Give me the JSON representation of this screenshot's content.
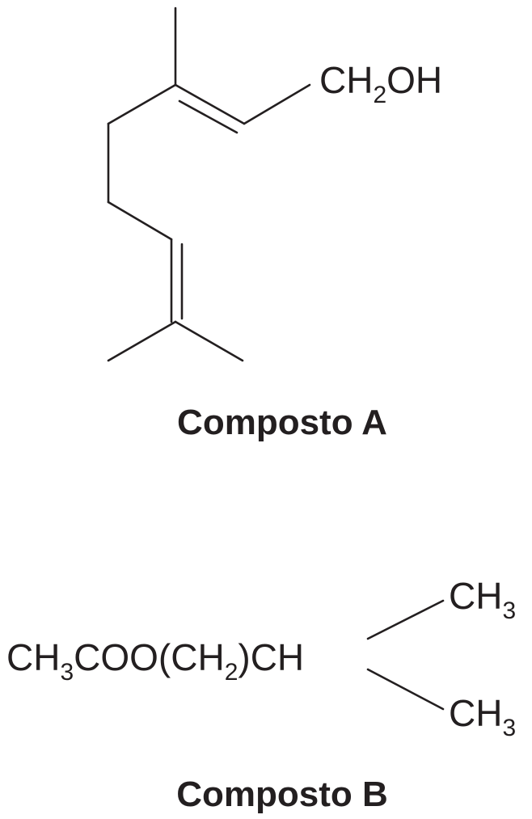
{
  "colors": {
    "ink": "#231f20",
    "background": "#ffffff"
  },
  "compound_a": {
    "group": {
      "main1": "CH",
      "sub": "2",
      "main2": "OH"
    },
    "caption": "Composto A"
  },
  "compound_b": {
    "chain": {
      "p1": "CH",
      "s1": "3",
      "p2": "COO(CH",
      "s2": "2",
      "p3": ")CH"
    },
    "methyl_top": {
      "main": "CH",
      "sub": "3"
    },
    "methyl_bottom": {
      "main": "CH",
      "sub": "3"
    },
    "caption": "Composto B"
  }
}
